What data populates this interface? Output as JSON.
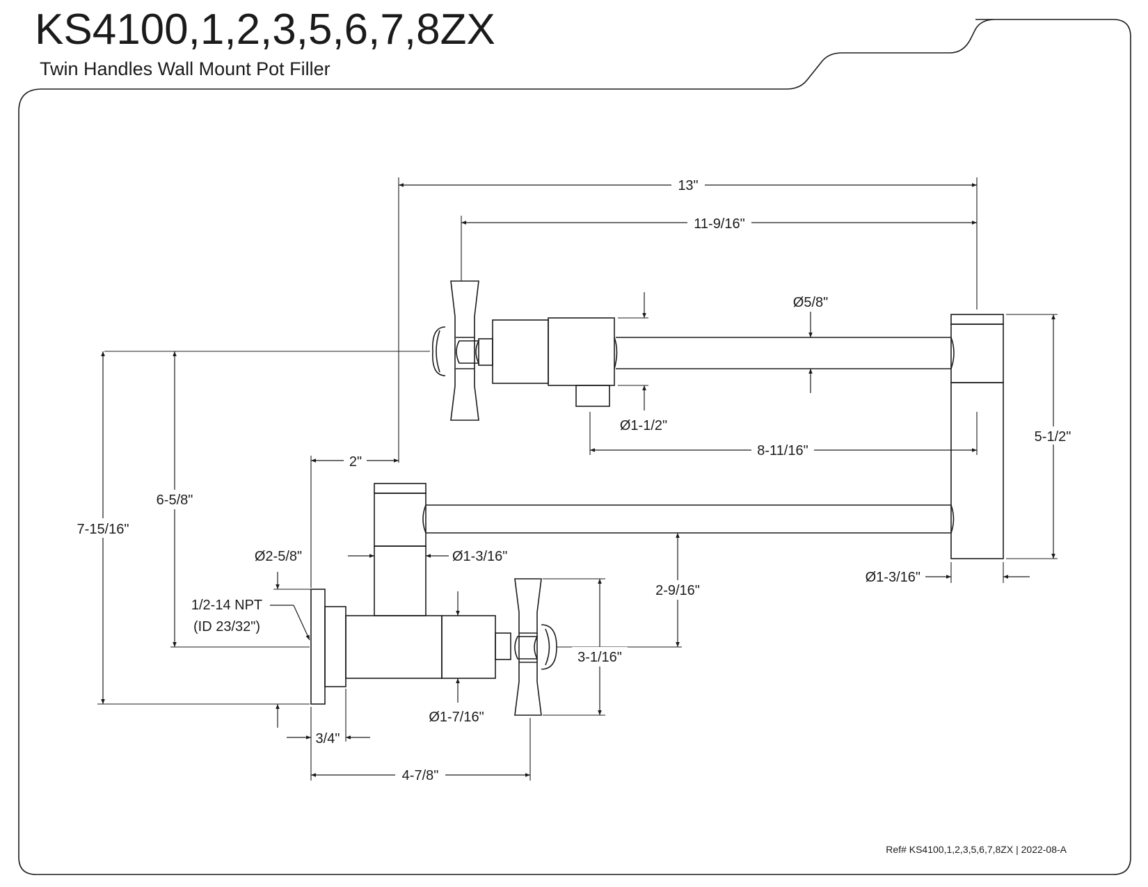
{
  "header": {
    "model": "KS4100,1,2,3,5,6,7,8ZX",
    "description": "Twin Handles Wall Mount Pot Filler"
  },
  "footer": {
    "reference": "Ref# KS4100,1,2,3,5,6,7,8ZX | 2022-08-A"
  },
  "dimensions": {
    "overall_length": "13\"",
    "upper_arm_length": "11-9/16\"",
    "upper_pipe_dia": "Ø5/8\"",
    "upper_joint_dia": "Ø1-1/2\"",
    "lower_span": "8-11/16\"",
    "vertical_right": "5-1/2\"",
    "offset": "2\"",
    "height_inner": "6-5/8\"",
    "height_total": "7-15/16\"",
    "flange_dia": "Ø2-5/8\"",
    "thread_spec": "1/2-14 NPT",
    "thread_id": "(ID 23/32\")",
    "lower_joint_dia": "Ø1-3/16\"",
    "right_joint_dia": "Ø1-3/16\"",
    "arm_drop": "2-9/16\"",
    "handle_height": "3-1/16\"",
    "body_dia": "Ø1-7/16\"",
    "flange_depth": "3/4\"",
    "projection": "4-7/8\""
  }
}
